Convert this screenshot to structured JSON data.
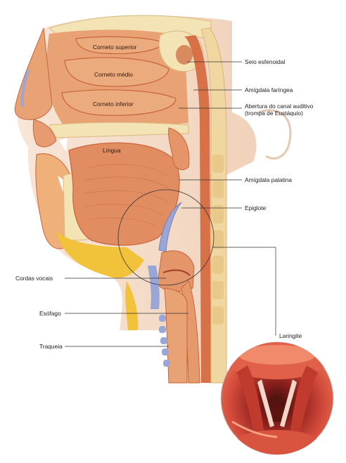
{
  "labels": {
    "corneto_superior": "Corneto superior",
    "corneto_medio": "Corneto médio",
    "corneto_inferior": "Corneto inferior",
    "lingua": "Língua",
    "seio_esfenoidal": "Seio esfenoidal",
    "amigdala_faringea": "Amígdala faríngea",
    "abertura_canal_l1": "Abertura do canal auditivo",
    "abertura_canal_l2": "(trompa de Eustáquio)",
    "amigdala_palatina": "Amígdala palatina",
    "epiglote": "Epiglote",
    "cordas_vocais": "Cordas vocais",
    "esofago": "Esófago",
    "traqueia": "Traqueia",
    "laringite": "Laringite"
  },
  "colors": {
    "tissue": "#e8a071",
    "tissue_dark": "#c8643a",
    "bone": "#f3e3b5",
    "fat": "#f2c23a",
    "cartilage": "#9aa6d6",
    "mucosa": "#d54a3a",
    "skin": "#f5d8c4"
  }
}
